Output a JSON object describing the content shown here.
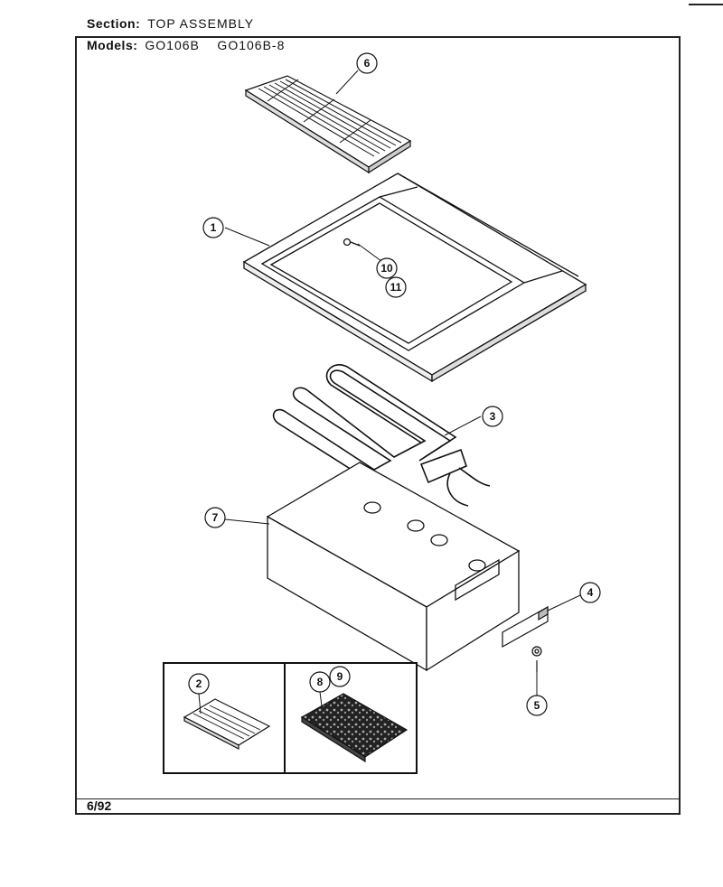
{
  "header": {
    "section_label": "Section:",
    "section_value": "TOP ASSEMBLY",
    "models_label": "Models:",
    "models_value": "GO106B    GO106B-8"
  },
  "callouts": {
    "c1": "1",
    "c2": "2",
    "c3": "3",
    "c4": "4",
    "c5": "5",
    "c6": "6",
    "c7": "7",
    "c8": "8",
    "c9": "9",
    "c10": "10",
    "c11": "11"
  },
  "footer": {
    "date": "6/92"
  }
}
